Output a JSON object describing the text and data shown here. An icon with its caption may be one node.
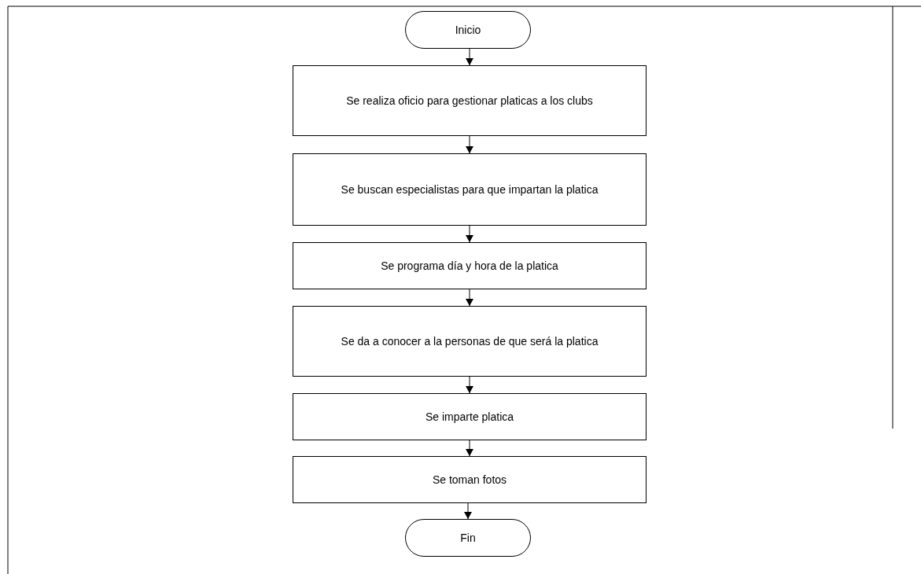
{
  "diagram": {
    "nodes": [
      {
        "text": [
          "Inicio"
        ]
      },
      {
        "text": [
          "Se realiza oficio para gestionar platicas a los clubs"
        ]
      },
      {
        "text": [
          "Se buscan especialistas para que impartan la platica"
        ]
      },
      {
        "text": [
          "Se programa día y hora de la  platica"
        ]
      },
      {
        "text": [
          "Se da a conocer a la personas de que será la platica"
        ]
      },
      {
        "text": [
          "Se imparte platica"
        ]
      },
      {
        "text": [
          "Se toman fotos"
        ]
      },
      {
        "text": [
          "Fin"
        ]
      }
    ],
    "edges": [
      {
        "from": 0,
        "to": 1,
        "arrow": "to"
      },
      {
        "from": 1,
        "to": 2,
        "arrow": "to"
      },
      {
        "from": 2,
        "to": 3,
        "arrow": "to"
      },
      {
        "from": 3,
        "to": 4,
        "arrow": "to"
      },
      {
        "from": 4,
        "to": 5,
        "arrow": "to"
      },
      {
        "from": 5,
        "to": 6,
        "arrow": "to"
      },
      {
        "from": 6,
        "to": 7,
        "arrow": "to"
      }
    ]
  }
}
